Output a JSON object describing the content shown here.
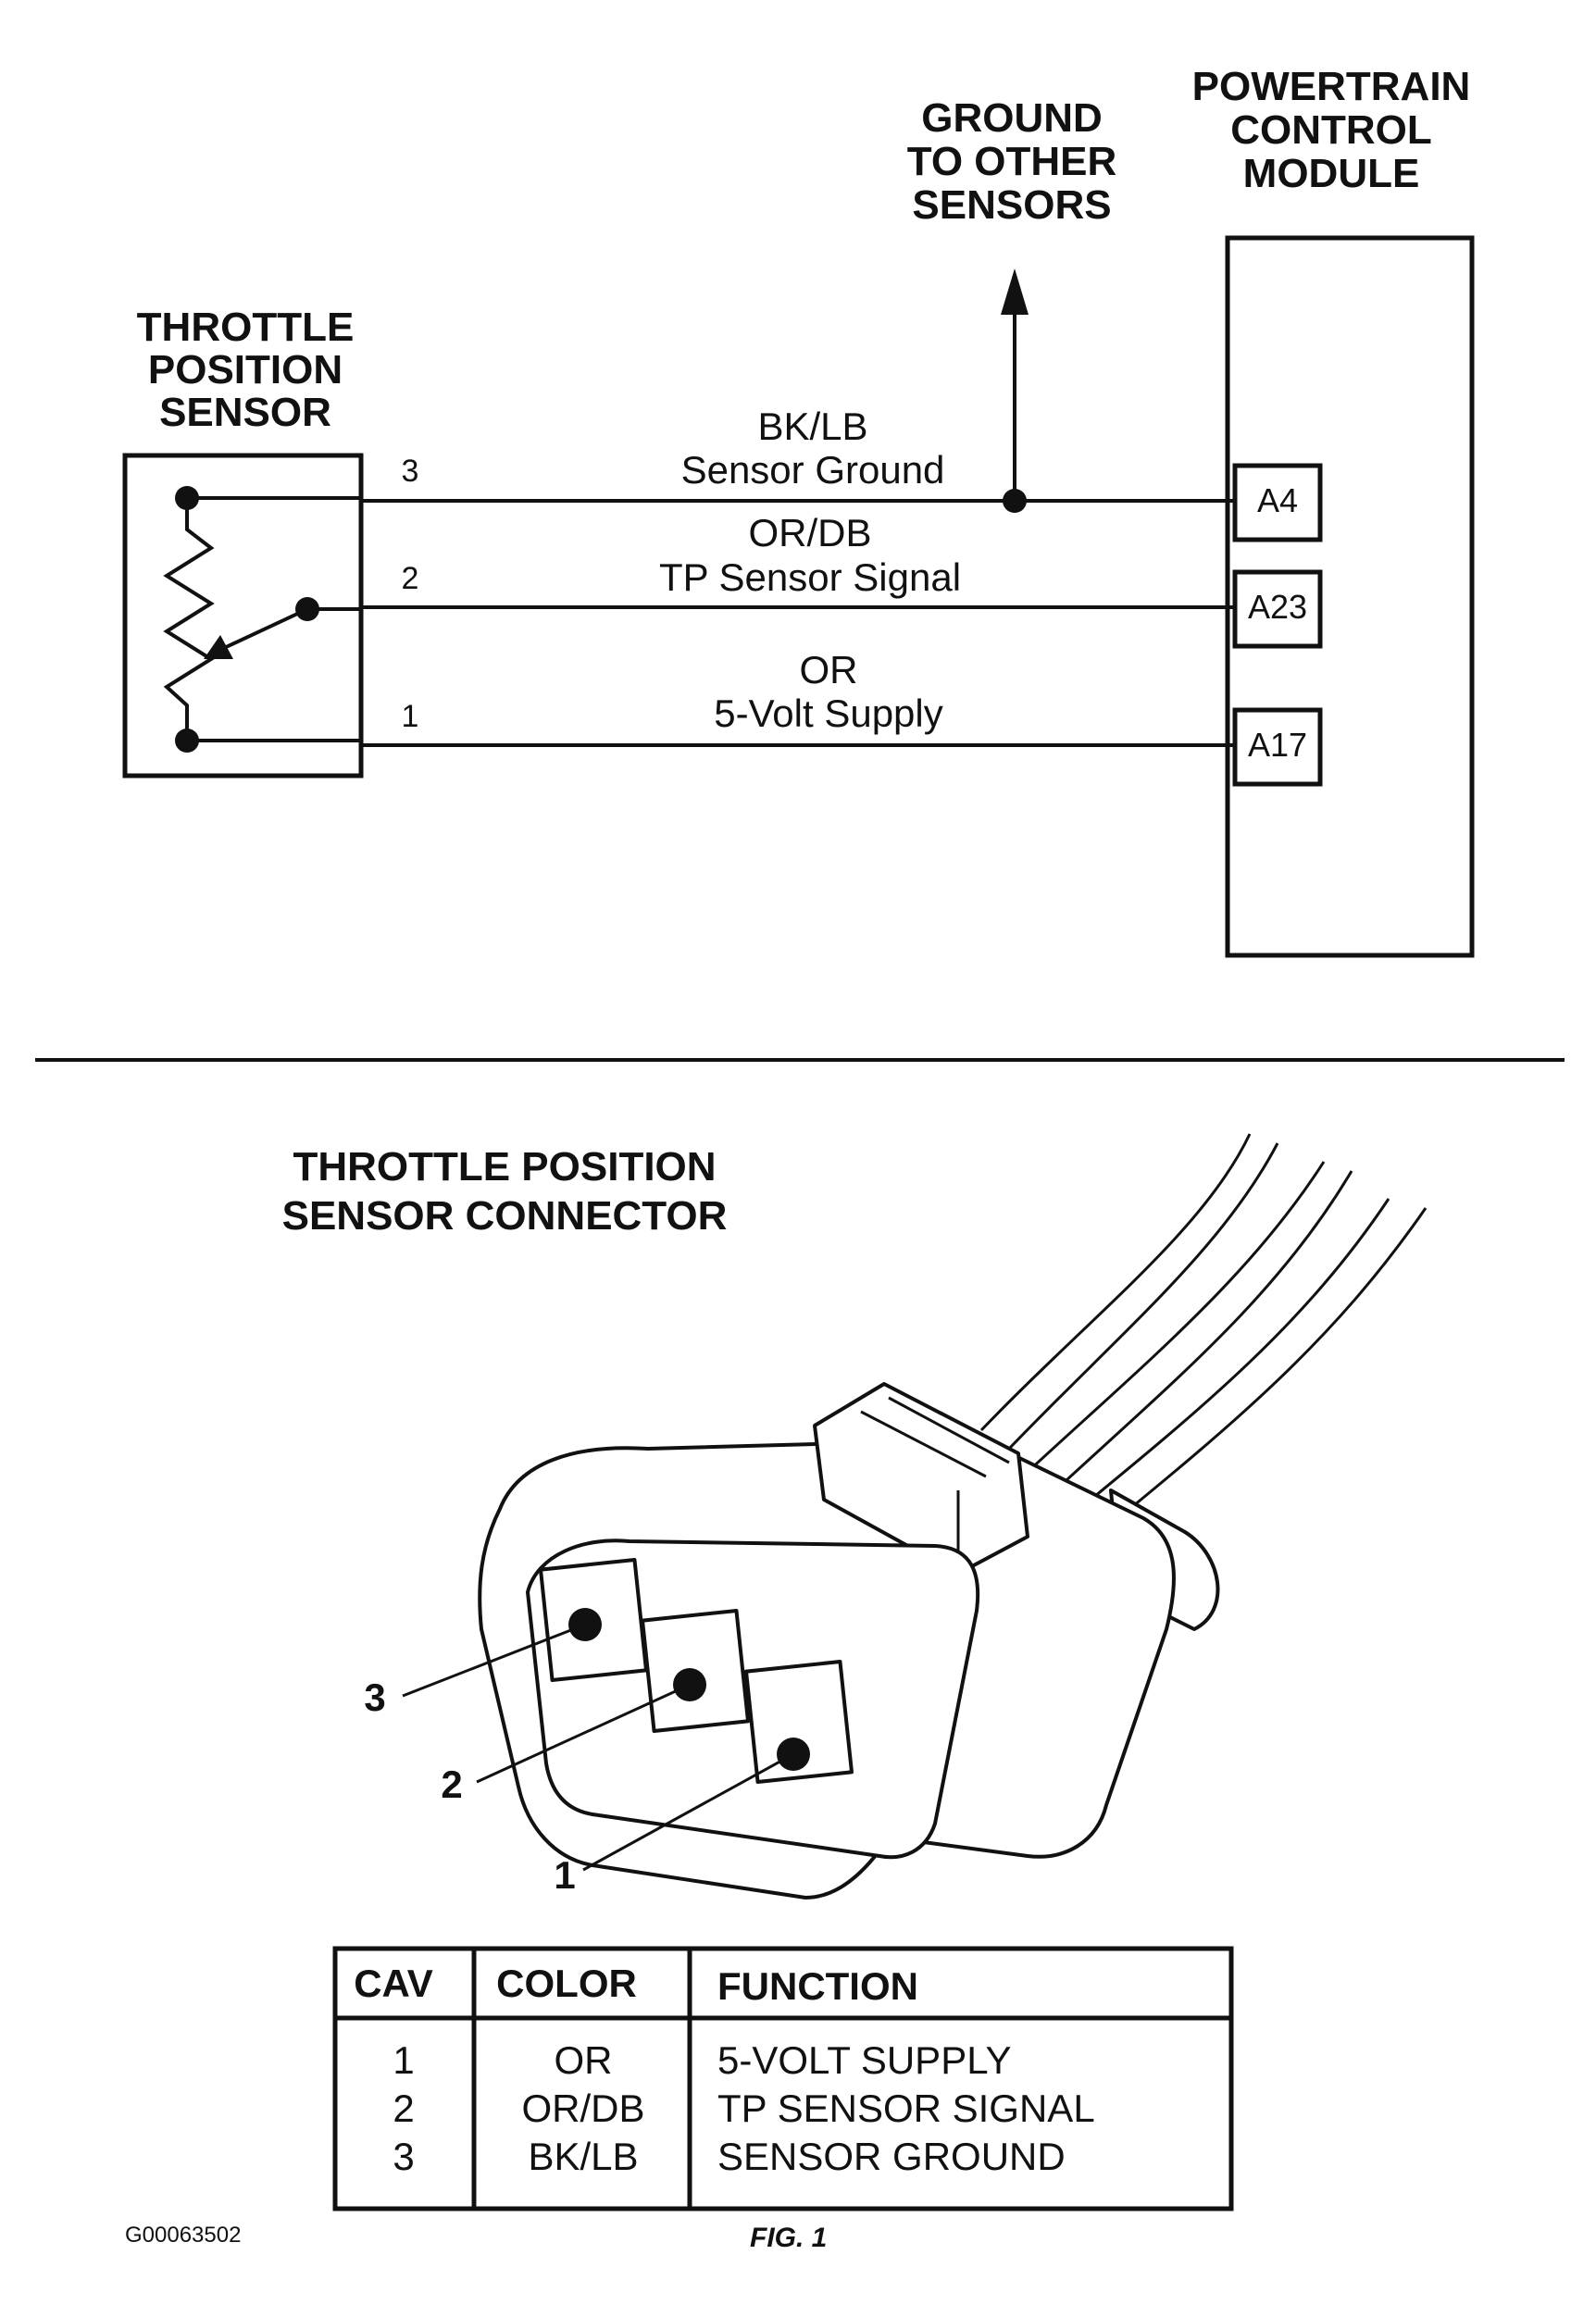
{
  "schematic": {
    "ground_note": [
      "GROUND",
      "TO OTHER",
      "SENSORS"
    ],
    "pcm_title": [
      "POWERTRAIN",
      "CONTROL",
      "MODULE"
    ],
    "sensor_title": [
      "THROTTLE",
      "POSITION",
      "SENSOR"
    ],
    "wires": [
      {
        "pin": "3",
        "color": "BK/LB",
        "function": "Sensor Ground",
        "pcm_pin": "A4"
      },
      {
        "pin": "2",
        "color": "OR/DB",
        "function": "TP Sensor Signal",
        "pcm_pin": "A23"
      },
      {
        "pin": "1",
        "color": "OR",
        "function": "5-Volt Supply",
        "pcm_pin": "A17"
      }
    ]
  },
  "connector": {
    "title": [
      "THROTTLE POSITION",
      "SENSOR CONNECTOR"
    ],
    "callouts": [
      "3",
      "2",
      "1"
    ]
  },
  "table": {
    "headers": [
      "CAV",
      "COLOR",
      "FUNCTION"
    ],
    "rows": [
      [
        "1",
        "OR",
        "5-VOLT SUPPLY"
      ],
      [
        "2",
        "OR/DB",
        "TP SENSOR SIGNAL"
      ],
      [
        "3",
        "BK/LB",
        "SENSOR GROUND"
      ]
    ]
  },
  "footer": {
    "code": "G00063502",
    "figure": "FIG. 1"
  }
}
